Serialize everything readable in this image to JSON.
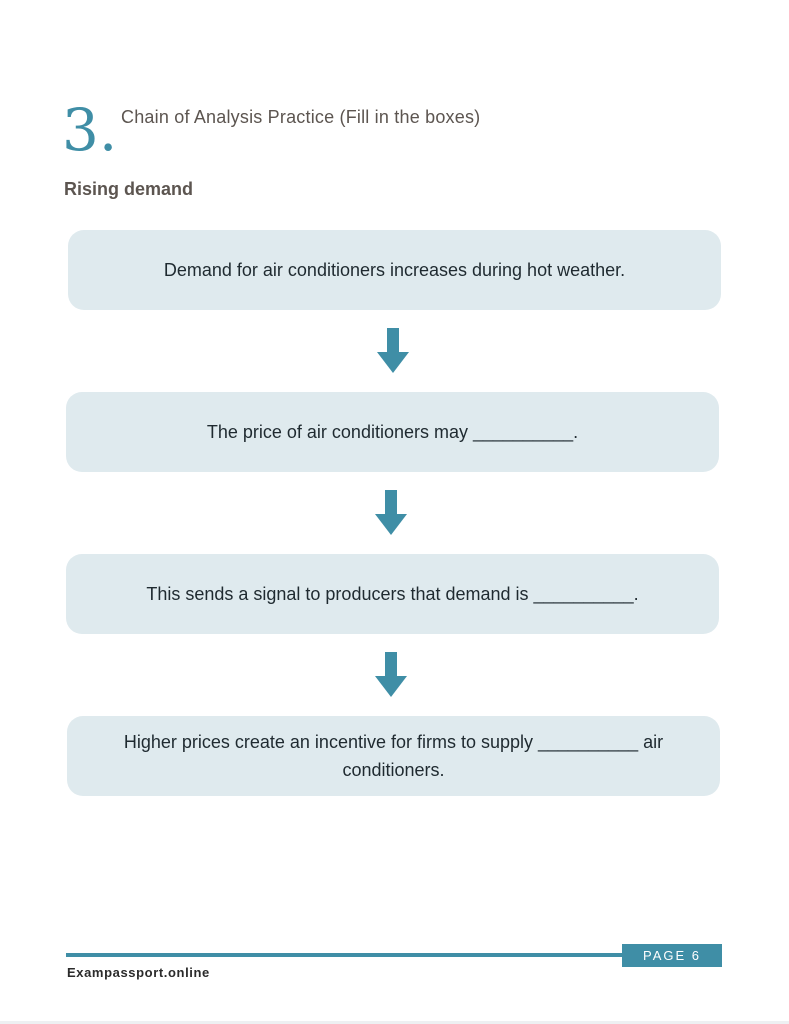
{
  "header": {
    "section_number": "3.",
    "title": "Chain of Analysis Practice (Fill in the boxes)"
  },
  "subheading": "Rising demand",
  "chain": [
    {
      "text": "Demand for air conditioners increases during hot weather."
    },
    {
      "text": "The price of air conditioners may __________."
    },
    {
      "text": "This sends a signal to producers that demand is __________."
    },
    {
      "text": "Higher prices create an incentive for firms to supply __________ air conditioners."
    }
  ],
  "footer": {
    "page_label": "PAGE 6",
    "site": "Exampassport.online"
  },
  "colors": {
    "accent": "#3f8ea6",
    "box_bg": "#dfeaee",
    "heading_text": "#5c5550"
  },
  "icons": {
    "arrow": "arrow-down-icon"
  }
}
